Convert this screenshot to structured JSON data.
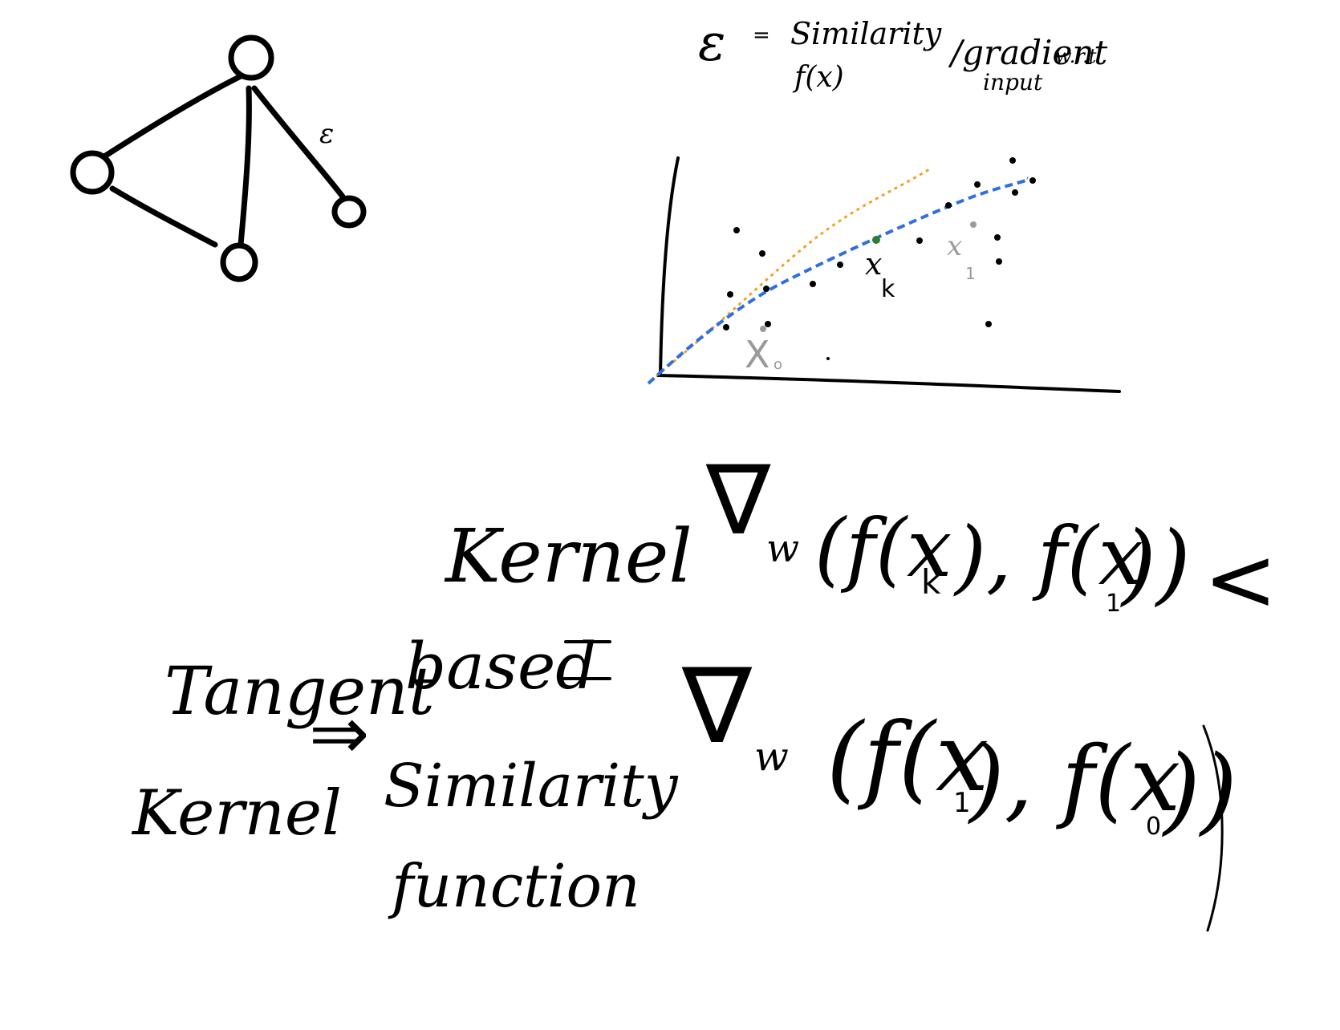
{
  "colors": {
    "ink": "#000000",
    "gray_ink": "#9a9a9a",
    "blue_curve": "#2f6fe0",
    "orange_curve": "#f0a22a",
    "green_point": "#2e7d32",
    "background": "#ffffff"
  },
  "notes": {
    "epsilon_symbol": "ε",
    "equals": "=",
    "similarity": "Similarity",
    "f_of_x": "f(x)",
    "gradient": "/gradient",
    "wrt": "w.r.t",
    "input": "input"
  },
  "graph": {
    "epsilon_label": "ε"
  },
  "plot": {
    "label_xk": "x",
    "label_xk_sub": "k",
    "label_x1": "x",
    "label_x1_sub": "1",
    "label_x0": "X",
    "label_x0_sub": "o"
  },
  "text_left": {
    "tangent": "Tangent",
    "kernel": "Kernel",
    "implies": "⇒",
    "kernel_based": "Kernel",
    "based": "based",
    "similarity": "Similarity",
    "function": "function"
  },
  "formula": {
    "nabla": "∇",
    "sub_w": "w",
    "line1": "(f(x",
    "line1_sub_k": "k",
    "line1_mid": "), f(x",
    "line1_sub_1": "1",
    "line1_end": "))",
    "less_than": "<",
    "line2": "(f(x",
    "line2_sub_1": "1",
    "line2_mid": "), f(x",
    "line2_sub_0": "0",
    "line2_end": "))"
  }
}
